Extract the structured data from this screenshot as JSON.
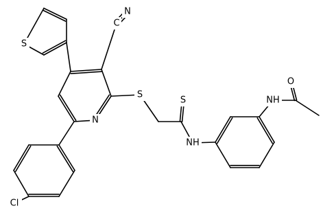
{
  "atoms": {
    "S_thiophene": "S",
    "N_nitrile": "N",
    "C_nitrile": "C",
    "S_thioether": "S",
    "N_pyridine": "N",
    "S_thioamide": "S",
    "NH_amide": "NH",
    "NH_acetamide": "NH",
    "O_carbonyl": "O",
    "Cl": "Cl"
  },
  "colors": {
    "bond": "#000000",
    "label": "#000000",
    "background": "#ffffff"
  }
}
